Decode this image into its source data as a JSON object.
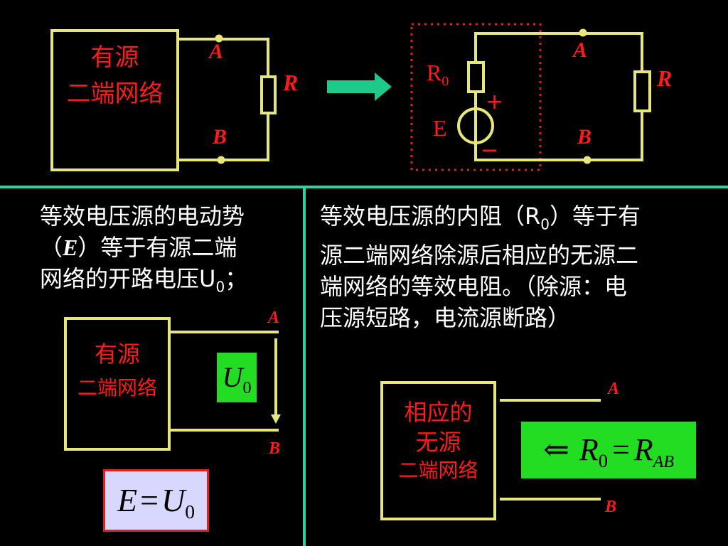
{
  "colors": {
    "background": "#000000",
    "wire": "#e6e67a",
    "label_red": "#ff1a1a",
    "arrow_green": "#1fc98a",
    "divider": "#2ecfa0",
    "formula_green": "#22dd22",
    "formula_lavender": "#d8d8ff",
    "formula_border": "#e02020",
    "dotted_red": "#e02020"
  },
  "top_left_circuit": {
    "box_line1": "有源",
    "box_line2": "二端网络",
    "node_a": "A",
    "node_b": "B",
    "resistor": "R"
  },
  "top_right_circuit": {
    "r0_main": "R",
    "r0_sub": "0",
    "source_label": "E",
    "plus": "+",
    "minus": "−",
    "node_a": "A",
    "node_b": "B",
    "resistor": "R",
    "transform_arrow": "right-arrow-icon"
  },
  "left_panel": {
    "text_line1": "等效电压源的电动势",
    "text_line2_pre": "（",
    "text_line2_e": "E",
    "text_line2_post": "）等于有源二端",
    "text_line3_pre": "网络的开路电压U",
    "text_line3_sub": "0",
    "text_line3_post": "；",
    "box_line1": "有源",
    "box_line2": "二端网络",
    "node_a": "A",
    "node_b": "B",
    "voltage_main": "U",
    "voltage_sub": "0",
    "formula_lhs": "E",
    "formula_eq": "=",
    "formula_rhs_main": "U",
    "formula_rhs_sub": "0"
  },
  "right_panel": {
    "text_line1_pre": "等效电压源的内阻（R",
    "text_line1_sub": "0",
    "text_line1_post": "）等于有",
    "text_line2": "源二端网络除源后相应的无源二",
    "text_line3": "端网络的等效电阻。（除源：电",
    "text_line4": "压源短路，电流源断路）",
    "box_line1": "相应的",
    "box_line2": "无源",
    "box_line3": "二端网络",
    "node_a": "A",
    "node_b": "B",
    "formula_arrow": "⇐",
    "formula_lhs_main": "R",
    "formula_lhs_sub": "0",
    "formula_eq": "=",
    "formula_rhs_main": "R",
    "formula_rhs_sub": "AB"
  }
}
